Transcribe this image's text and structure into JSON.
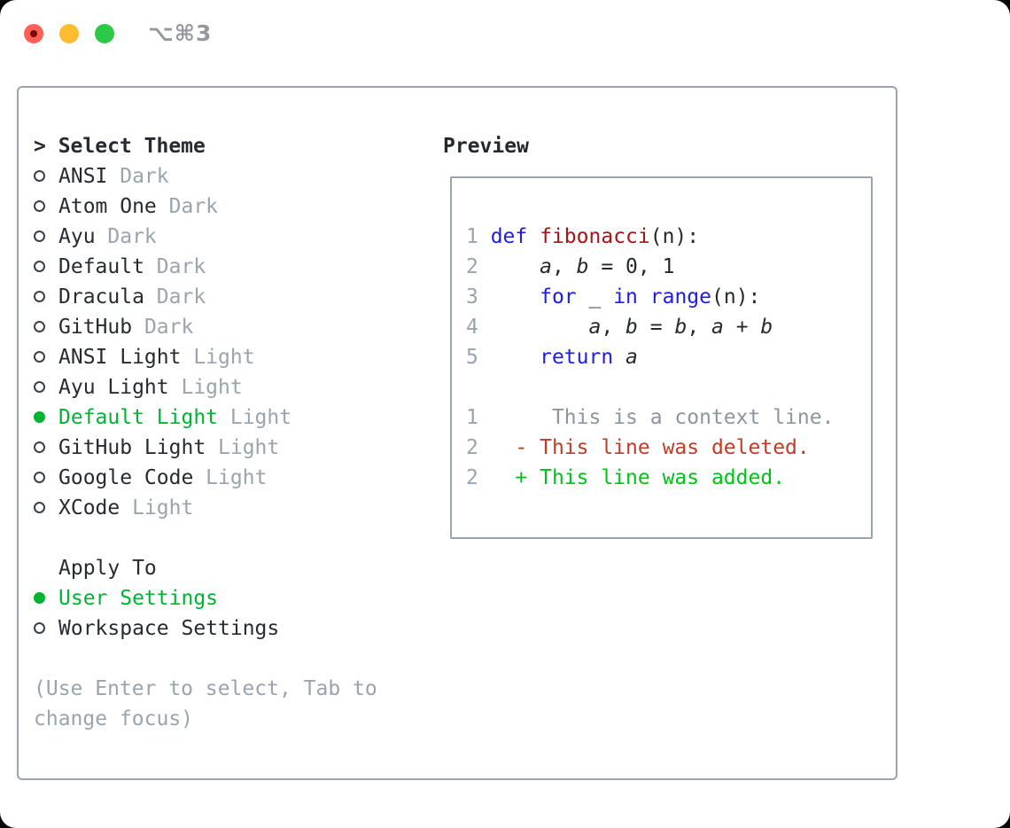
{
  "window": {
    "shortcut_label": "⌥⌘3",
    "traffic_colors": {
      "close": "#ff5f57",
      "minimize": "#febc2e",
      "zoom": "#2bc946"
    }
  },
  "left": {
    "cursor_prefix": "> ",
    "title": "Select Theme",
    "themes": [
      {
        "name": "ANSI",
        "variant": " Dark",
        "selected": false
      },
      {
        "name": "Atom One",
        "variant": " Dark",
        "selected": false
      },
      {
        "name": "Ayu",
        "variant": " Dark",
        "selected": false
      },
      {
        "name": "Default",
        "variant": " Dark",
        "selected": false
      },
      {
        "name": "Dracula",
        "variant": " Dark",
        "selected": false
      },
      {
        "name": "GitHub",
        "variant": " Dark",
        "selected": false
      },
      {
        "name": "ANSI Light",
        "variant": " Light",
        "selected": false
      },
      {
        "name": "Ayu Light",
        "variant": " Light",
        "selected": false
      },
      {
        "name": "Default Light",
        "variant": " Light",
        "selected": true
      },
      {
        "name": "GitHub Light",
        "variant": " Light",
        "selected": false
      },
      {
        "name": "Google Code",
        "variant": " Light",
        "selected": false
      },
      {
        "name": "XCode",
        "variant": " Light",
        "selected": false
      }
    ],
    "apply_title": "Apply To",
    "apply_options": [
      {
        "label": "User Settings",
        "selected": true
      },
      {
        "label": "Workspace Settings",
        "selected": false
      }
    ],
    "help": "(Use Enter to select, Tab to change focus)"
  },
  "preview": {
    "title": "Preview",
    "code": [
      {
        "num": "1",
        "tokens": [
          {
            "c": "kw",
            "t": "def"
          },
          {
            "c": "pl",
            "t": " "
          },
          {
            "c": "fn",
            "t": "fibonacci"
          },
          {
            "c": "pl",
            "t": "(n):"
          }
        ]
      },
      {
        "num": "2",
        "tokens": [
          {
            "c": "pl",
            "t": "    "
          },
          {
            "c": "var",
            "t": "a"
          },
          {
            "c": "pl",
            "t": ", "
          },
          {
            "c": "var",
            "t": "b"
          },
          {
            "c": "pl",
            "t": " = 0, 1"
          }
        ]
      },
      {
        "num": "3",
        "tokens": [
          {
            "c": "pl",
            "t": "    "
          },
          {
            "c": "kw",
            "t": "for"
          },
          {
            "c": "pl",
            "t": " _ "
          },
          {
            "c": "kw",
            "t": "in"
          },
          {
            "c": "pl",
            "t": " "
          },
          {
            "c": "kw",
            "t": "range"
          },
          {
            "c": "pl",
            "t": "(n):"
          }
        ]
      },
      {
        "num": "4",
        "tokens": [
          {
            "c": "pl",
            "t": "        "
          },
          {
            "c": "var",
            "t": "a"
          },
          {
            "c": "pl",
            "t": ", "
          },
          {
            "c": "var",
            "t": "b"
          },
          {
            "c": "pl",
            "t": " = "
          },
          {
            "c": "var",
            "t": "b"
          },
          {
            "c": "pl",
            "t": ", "
          },
          {
            "c": "var",
            "t": "a"
          },
          {
            "c": "pl",
            "t": " + "
          },
          {
            "c": "var",
            "t": "b"
          }
        ]
      },
      {
        "num": "5",
        "tokens": [
          {
            "c": "pl",
            "t": "    "
          },
          {
            "c": "kw",
            "t": "return"
          },
          {
            "c": "pl",
            "t": " "
          },
          {
            "c": "var",
            "t": "a"
          }
        ]
      }
    ],
    "diff": [
      {
        "num": "1",
        "kind": "ctx",
        "text": "     This is a context line."
      },
      {
        "num": "2",
        "kind": "del",
        "text": "  - This line was deleted."
      },
      {
        "num": "2",
        "kind": "add",
        "text": "  + This line was added."
      }
    ]
  },
  "colors": {
    "text": "#272b31",
    "muted": "#9aa4ae",
    "selection_green": "#00b432",
    "keyword_blue": "#1e1de4",
    "function_red": "#a31518",
    "diff_deleted": "#c43a26",
    "diff_added": "#00c317",
    "diff_context": "#8d969e",
    "border": "#9aa4af"
  }
}
